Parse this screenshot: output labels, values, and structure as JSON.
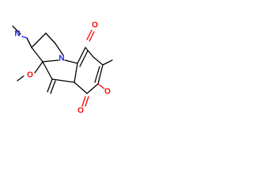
{
  "colors": {
    "background": "#ffffff",
    "carbon_bond": "#000000",
    "nitrogen": "#1a1aff",
    "oxygen": "#ff0000"
  },
  "atoms": {
    "aziridine_nitrogen": "N",
    "pyrrole_nitrogen": "N",
    "bridgehead_methoxy_oxygen": "O",
    "upper_ketone_oxygen": "O",
    "lower_ketone_oxygen": "O",
    "ring_methoxy_oxygen": "O"
  }
}
